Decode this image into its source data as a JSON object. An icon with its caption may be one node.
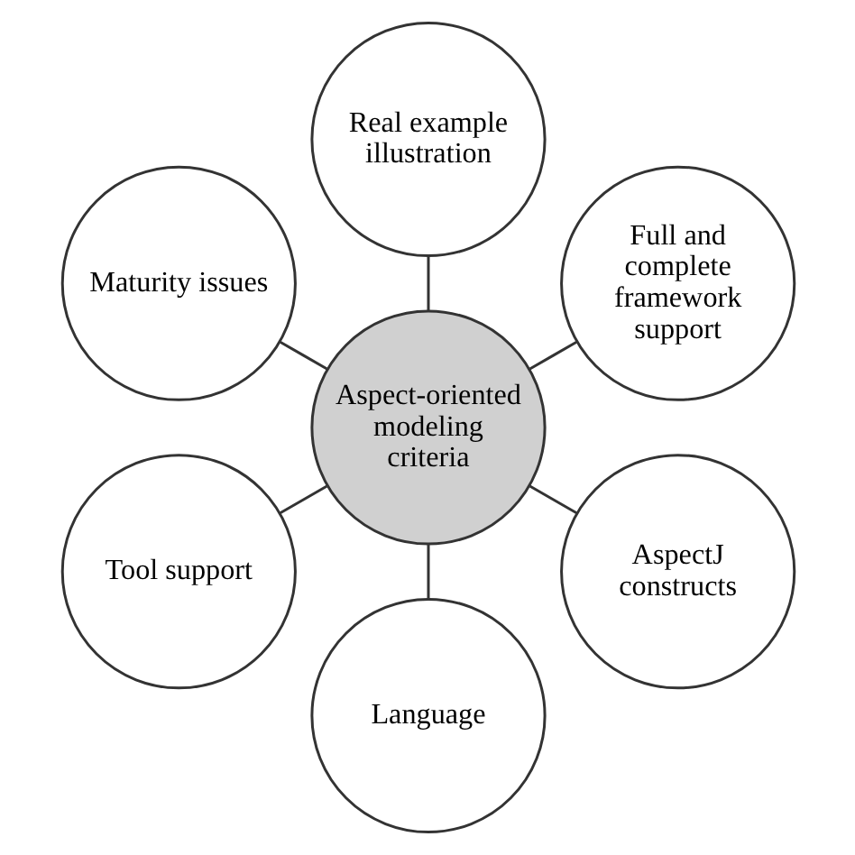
{
  "diagram": {
    "nodes": [
      {
        "text": [
          "Full and complete framework support"
        ]
      },
      {
        "text": [
          "Real example illustration"
        ]
      },
      {
        "text": [
          "Maturity issues"
        ]
      },
      {
        "text": [
          "Aspect-oriented modeling criteria"
        ]
      },
      {
        "text": [
          "Tool support"
        ]
      },
      {
        "text": [
          "Language"
        ]
      },
      {
        "text": [
          "AspectJ constructs"
        ]
      }
    ],
    "edges": [
      {
        "from": 3,
        "to": 0,
        "arrow": "none"
      },
      {
        "from": 3,
        "to": 2,
        "arrow": "none"
      },
      {
        "from": 3,
        "to": 5,
        "arrow": "none"
      },
      {
        "from": 3,
        "to": 6,
        "arrow": "none"
      },
      {
        "from": 3,
        "to": 4,
        "arrow": "none"
      },
      {
        "from": 3,
        "to": 1,
        "arrow": "none"
      }
    ]
  }
}
